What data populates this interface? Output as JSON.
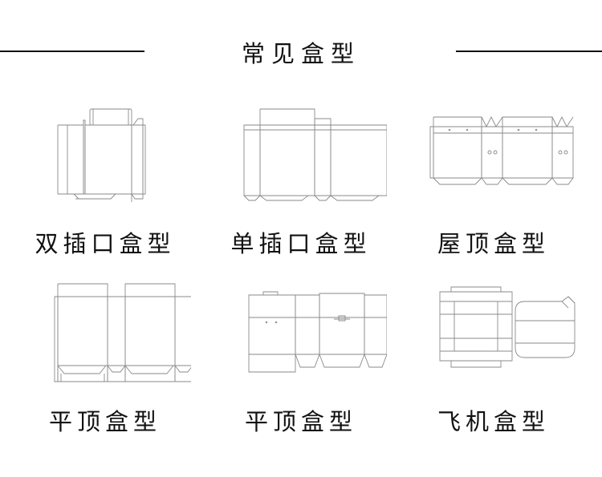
{
  "header": {
    "title": "常见盒型"
  },
  "boxes": [
    {
      "label": "双插口盒型",
      "icon": "double-tuck-box-dieline"
    },
    {
      "label": "单插口盒型",
      "icon": "single-tuck-box-dieline"
    },
    {
      "label": "屋顶盒型",
      "icon": "gable-top-box-dieline"
    },
    {
      "label": "平顶盒型",
      "icon": "flat-top-box-dieline"
    },
    {
      "label": "平顶盒型",
      "icon": "flat-top-box-dieline-2"
    },
    {
      "label": "飞机盒型",
      "icon": "mailer-box-dieline"
    }
  ]
}
